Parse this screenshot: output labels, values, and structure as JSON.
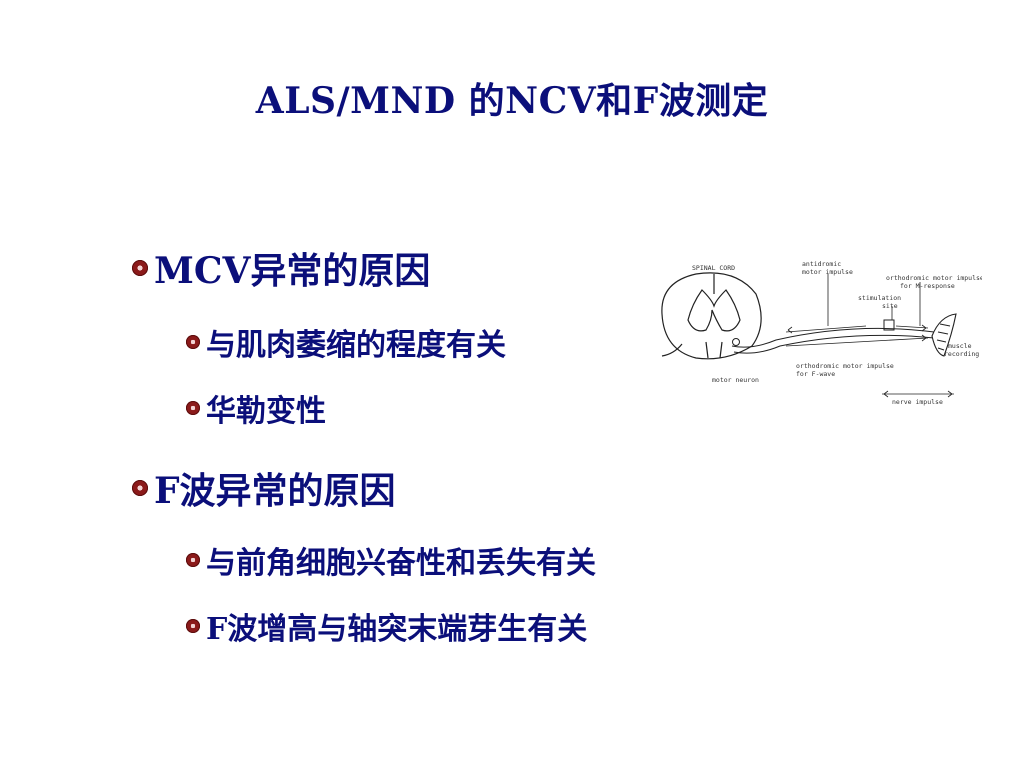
{
  "slide": {
    "title": "ALS/MND 的NCV和F波测定",
    "bullets": [
      {
        "text": "MCV异常的原因",
        "level": 1
      },
      {
        "text": "与肌肉萎缩的程度有关",
        "level": 2
      },
      {
        "text": "华勒变性",
        "level": 2
      },
      {
        "text": "F波异常的原因",
        "level": 1
      },
      {
        "text": "与前角细胞兴奋性和丢失有关",
        "level": 2
      },
      {
        "text": "F波增高与轴突末端芽生有关",
        "level": 2
      }
    ],
    "diagram": {
      "labels": {
        "spinal_cord": "SPINAL CORD",
        "antidromic": "antidromic",
        "antidromic2": "motor impulse",
        "orthodromic_m": "orthodromic motor impulse",
        "orthodromic_m2": "for M-response",
        "stimulation": "stimulation",
        "stimulation2": "site",
        "muscle": "muscle",
        "recording": "recording",
        "orthodromic_f": "orthodromic motor impulse",
        "orthodromic_f2": "for F-wave",
        "motor_neuron": "motor neuron",
        "nerve_impulse": "nerve impulse"
      }
    }
  },
  "colors": {
    "text": "#0b0f7a",
    "bullet": "#8b1a1a",
    "background": "#ffffff"
  }
}
